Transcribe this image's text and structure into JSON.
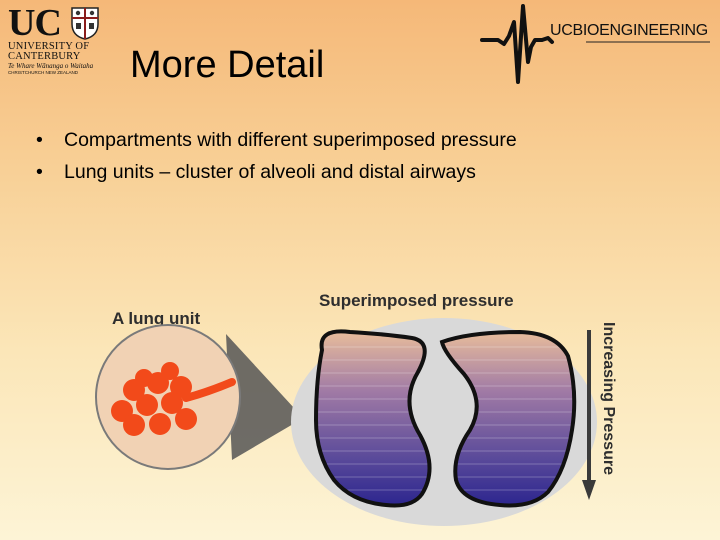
{
  "logos": {
    "uc": {
      "mark": "UC",
      "lines": [
        "UNIVERSITY OF",
        "CANTERBURY"
      ],
      "subtitle": "Te Whare Wānanga o Waitaha",
      "tagline": "CHRISTCHURCH NEW ZEALAND"
    },
    "bio": {
      "prefix": "UC",
      "name": "BIOENGINEERING"
    }
  },
  "slide": {
    "title": "More Detail",
    "bullets": [
      "Compartments with different superimposed pressure",
      "Lung units – cluster of alveoli and distal airways"
    ]
  },
  "figure": {
    "lung_unit_label": "A lung unit",
    "pressure_label": "Superimposed pressure",
    "arrow_label": "Increasing Pressure"
  },
  "colors": {
    "alveoli": "#f24a1a",
    "gradient_top": "#f0c49a",
    "gradient_bottom": "#231e8c",
    "outline": "#111111"
  }
}
